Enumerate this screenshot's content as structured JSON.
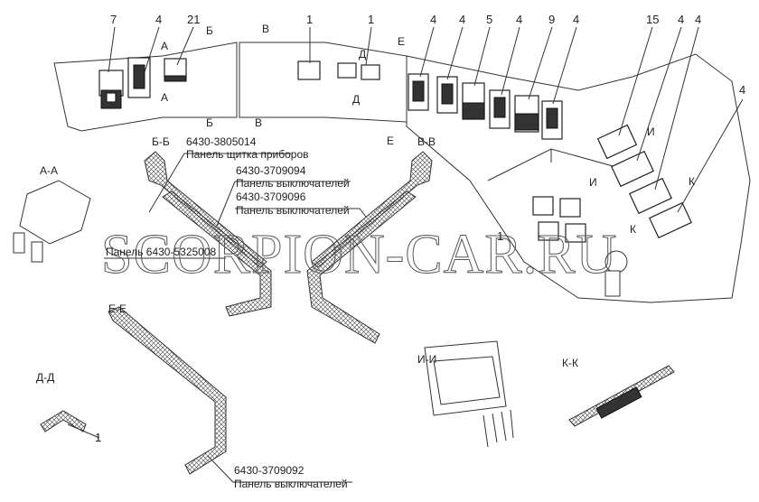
{
  "callout_numbers": [
    "7",
    "4",
    "21",
    "1",
    "1",
    "4",
    "4",
    "5",
    "4",
    "9",
    "4",
    "15",
    "4",
    "4",
    "4",
    "1",
    "1"
  ],
  "section_marks": {
    "b": "Б",
    "v": "В",
    "a": "А",
    "d": "Д",
    "e": "Е",
    "i": "И",
    "k": "К"
  },
  "section_titles": {
    "aa": "А-А",
    "bb": "Б-Б",
    "vv": "В-В",
    "ee": "Е-Е",
    "dd": "Д-Д",
    "ii": "И-И",
    "kk": "К-К"
  },
  "parts": [
    {
      "code": "6430-3805014",
      "name": "Панель щитка приборов"
    },
    {
      "code": "6430-3709094",
      "name": "Панель выключателей"
    },
    {
      "code": "6430-3709096",
      "name": "Панель выключателей"
    },
    {
      "code": "6430-3709092",
      "name": "Панель выключателей"
    }
  ],
  "panel_label": "Панель 6430-5325008",
  "watermark": "SCORPION-CAR.RU"
}
